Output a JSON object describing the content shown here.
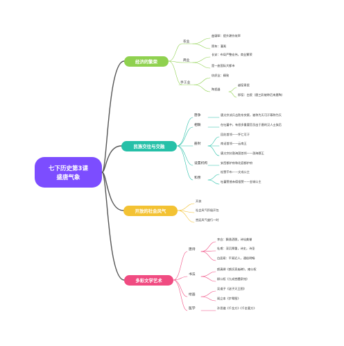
{
  "central": {
    "text_lines": [
      "七下历史第3课",
      "盛唐气象"
    ],
    "color": "#7c4dff"
  },
  "branches": [
    {
      "label": "经济的繁荣",
      "color": "#8fd14f",
      "children": [
        {
          "label": "农业",
          "children": [
            {
              "label": "曲辕犁：提升耕作效率"
            },
            {
              "label": "筒车：灌溉"
            }
          ]
        },
        {
          "label": "商业",
          "children": [
            {
              "label": "长安：布局严整宏伟，商业繁荣"
            },
            {
              "label": "是一座国际大都市"
            }
          ]
        },
        {
          "label": "手工业",
          "children": [
            {
              "label": "纺织业：精致"
            },
            {
              "label": "陶瓷器",
              "children": [
                {
                  "label": "越窑青瓷"
                },
                {
                  "label": "邢窑：白瓷（唐三彩被称后来唐陶）"
                }
              ]
            }
          ]
        }
      ]
    },
    {
      "label": "民族交往与交融",
      "color": "#26c0a8",
      "children": [
        {
          "label": "唐争",
          "children": [
            {
              "label": "唐太宗派兵击败东突厥，被称为天可汗尊称为天"
            }
          ]
        },
        {
          "label": "相联",
          "children": [
            {
              "label": "在吐蕃中，有很多重要官员出于唐的汉人士族后"
            }
          ]
        },
        {
          "label": "册封",
          "children": [
            {
              "label": "回纥首领——怀仁可汗"
            },
            {
              "label": "南诏首领——云南王"
            },
            {
              "label": "唐太宗封渤海国首领——渤海郡王"
            }
          ]
        },
        {
          "label": "设置机构",
          "children": [
            {
              "label": "安西都护府和北庭都护府"
            }
          ]
        },
        {
          "label": "和亲",
          "children": [
            {
              "label": "松赞干布——文成公主"
            },
            {
              "label": "吐蕃赞普赤德祖赞——金城公主"
            }
          ]
        }
      ]
    },
    {
      "label": "开放的社会风气",
      "color": "#f3c233",
      "children": [
        {
          "label": "开放"
        },
        {
          "label": "社会风气积极开包"
        },
        {
          "label": "宫廷风气盛行一时"
        }
      ]
    },
    {
      "label": "多彩文学艺术",
      "color": "#f04b81",
      "children": [
        {
          "label": "唐诗",
          "children": [
            {
              "label": "李白：飘逸洒脱，诗仙美誉"
            },
            {
              "label": "杜甫：深沉厚重，诗史，诗圣"
            },
            {
              "label": "白居易：平易近人，通俗明畅"
            }
          ]
        },
        {
          "label": "书法",
          "children": [
            {
              "label": "颜真卿《颜氏家庙碑》，雍公权"
            },
            {
              "label": "柳公权《九成宫醴泉铭》"
            }
          ]
        },
        {
          "label": "绘画",
          "children": [
            {
              "label": "吴道子《送子天王图》"
            },
            {
              "label": "阎立本《步辇图》"
            }
          ]
        },
        {
          "label": "医学",
          "children": [
            {
              "label": "孙思邈《千金方》《千金要方》"
            }
          ]
        }
      ]
    }
  ]
}
